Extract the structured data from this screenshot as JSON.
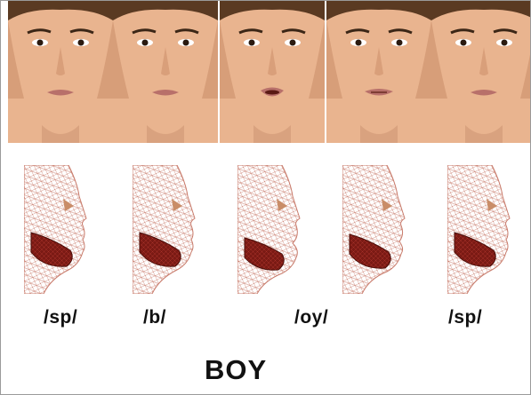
{
  "faces": [
    {
      "id": "frame-1-sp",
      "mouth_open": 0.05
    },
    {
      "id": "frame-2-b",
      "mouth_open": 0.05
    },
    {
      "id": "frame-3-oy",
      "mouth_open": 0.35
    },
    {
      "id": "frame-4-oy",
      "mouth_open": 0.15
    },
    {
      "id": "frame-5-sp",
      "mouth_open": 0.05
    }
  ],
  "phoneme_labels": [
    "/sp/",
    "/b/",
    "/oy/",
    "/sp/"
  ],
  "word": "BOY",
  "colors": {
    "skin": "#e9b48f",
    "skin_shadow": "#c98d68",
    "hair": "#5a3a22",
    "lips": "#b8706a",
    "mesh_line": "#c87a6a",
    "tongue": "#7a1a14",
    "background": "#ffffff"
  }
}
